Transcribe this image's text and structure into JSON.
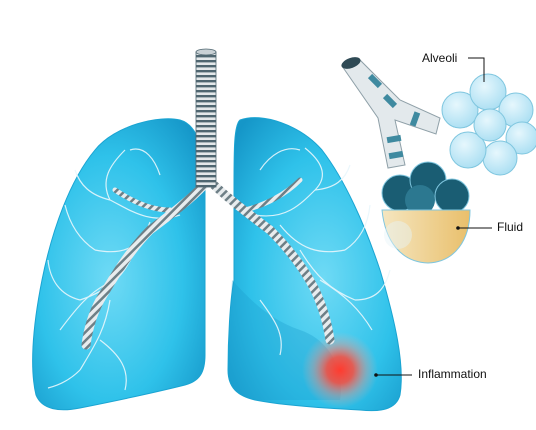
{
  "labels": {
    "alveoli": "Alveoli",
    "fluid": "Fluid",
    "inflammation": "Inflammation"
  },
  "colors": {
    "lung_fill": "#2ec4ec",
    "lung_light": "#7fe0f7",
    "bronchi": "#d9dde0",
    "bronchi_stripe": "#5a6a72",
    "alveoli_fill": "#bfe9f7",
    "fluid_fill": "#f2d9a3",
    "inflammation": "#ff3b2f"
  }
}
